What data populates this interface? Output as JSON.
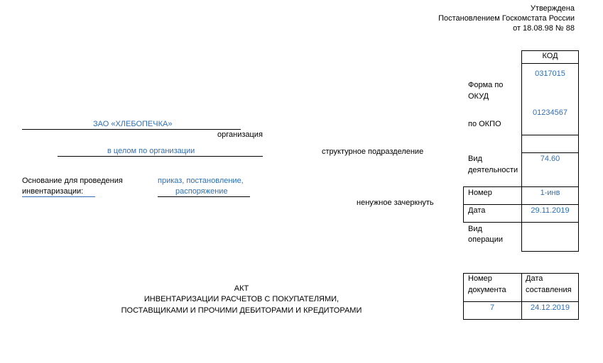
{
  "approval": {
    "line1": "Утверждена",
    "line2": "Постановлением Госкомстата России",
    "line3": "от 18.08.98 № 88"
  },
  "codes": {
    "header": "КОД",
    "okud_label_1": "Форма по",
    "okud_label_2": "ОКУД",
    "okud_value": "0317015",
    "okpo_label": "по ОКПО",
    "okpo_value": "01234567",
    "activity_label_1": "Вид",
    "activity_label_2": "деятельности",
    "activity_value": "74.60",
    "number_label": "Номер",
    "number_value": "1-инв",
    "date_label": "Дата",
    "date_value": "29.11.2019",
    "operation_label_1": "Вид",
    "operation_label_2": "операции"
  },
  "org": {
    "name": "ЗАО «ХЛЕБОПЕЧКА»",
    "caption": "организация",
    "subdivision": "в целом по организации",
    "subdivision_caption": "структурное подразделение"
  },
  "basis": {
    "label_1": "Основание для проведения",
    "label_2": "инвентаризации:",
    "value_1": "приказ, постановление,",
    "value_2": "распоряжение",
    "note": "ненужное зачеркнуть"
  },
  "title": {
    "line1": "АКТ",
    "line2": "ИНВЕНТАРИЗАЦИИ РАСЧЕТОВ С ПОКУПАТЕЛЯМИ,",
    "line3": "ПОСТАВЩИКАМИ И ПРОЧИМИ ДЕБИТОРАМИ И КРЕДИТОРАМИ"
  },
  "doc_table": {
    "col1_header_1": "Номер",
    "col1_header_2": "документа",
    "col2_header_1": "Дата",
    "col2_header_2": "составления",
    "doc_number": "7",
    "doc_date": "24.12.2019"
  }
}
